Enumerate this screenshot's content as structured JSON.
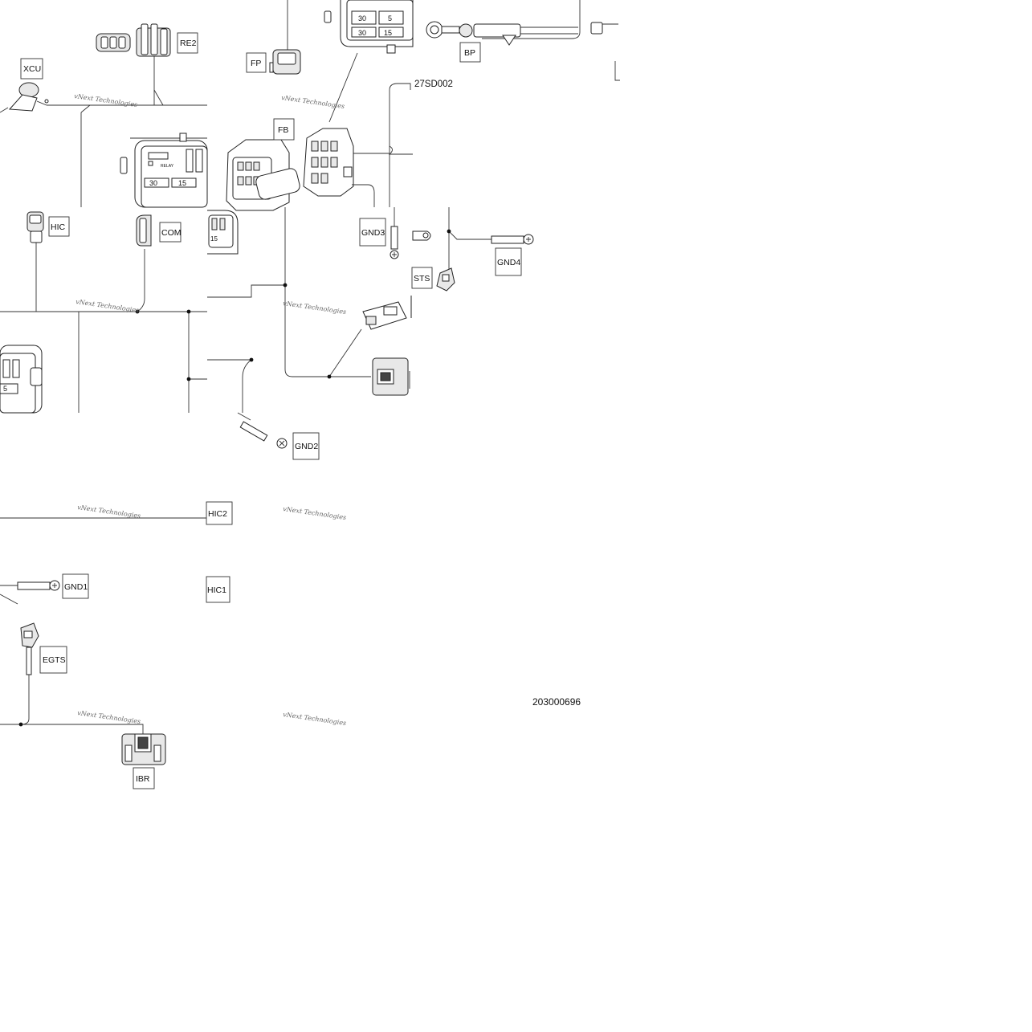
{
  "diagram": {
    "reference_number": "203000696",
    "harness_code": "27SD002",
    "watermark": "vNext Technologies",
    "connectors": {
      "re2": "RE2",
      "xcu": "XCU",
      "fp": "FP",
      "fb": "FB",
      "bp": "BP",
      "hic": "HIC",
      "com": "COM",
      "gnd3": "GND3",
      "gnd4": "GND4",
      "sts": "STS",
      "gnd2": "GND2",
      "hic2": "HIC2",
      "hic1": "HIC1",
      "gnd1": "GND1",
      "egts": "EGTS",
      "ibr": "IBR"
    },
    "fuse_box": {
      "fuse_30": "30",
      "fuse_5": "5",
      "fuse_15": "15",
      "relay": "RELAY"
    }
  }
}
